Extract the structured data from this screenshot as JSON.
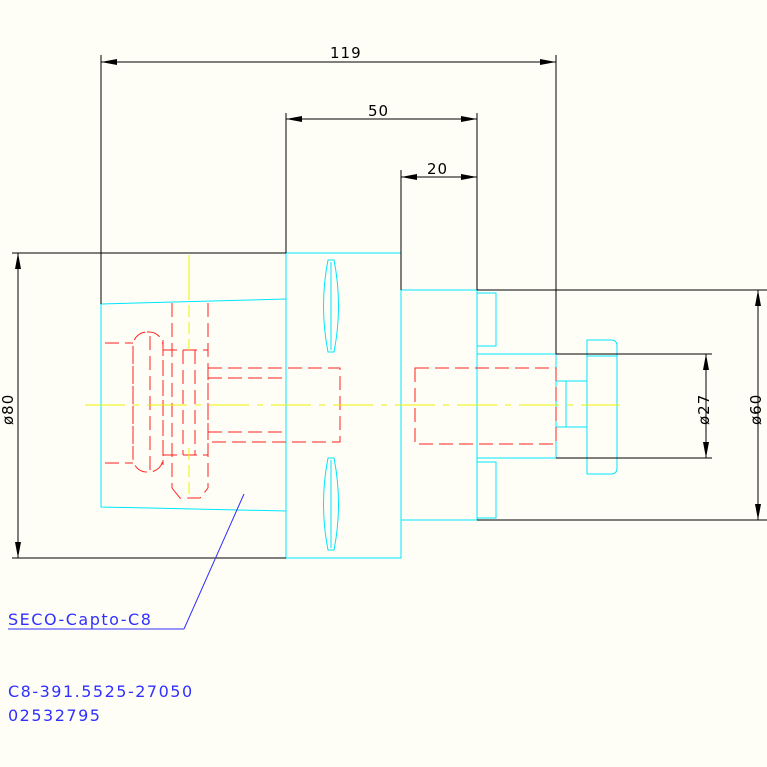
{
  "dimensions": {
    "total_length": "119",
    "mid_length": "50",
    "short_length": "20",
    "diameter_large": "ø80",
    "diameter_medium": "ø60",
    "diameter_small": "ø27"
  },
  "labels": {
    "holder_label": "SECO-Capto-C8",
    "part_number": "C8-391.5525-27050",
    "item_code": "02532795"
  },
  "colors": {
    "background": "#fefef6",
    "outline": "#00e5ff",
    "hidden": "#ff2020",
    "center": "#f0f000",
    "dimension": "#000000",
    "text_blue": "#3030ff"
  }
}
